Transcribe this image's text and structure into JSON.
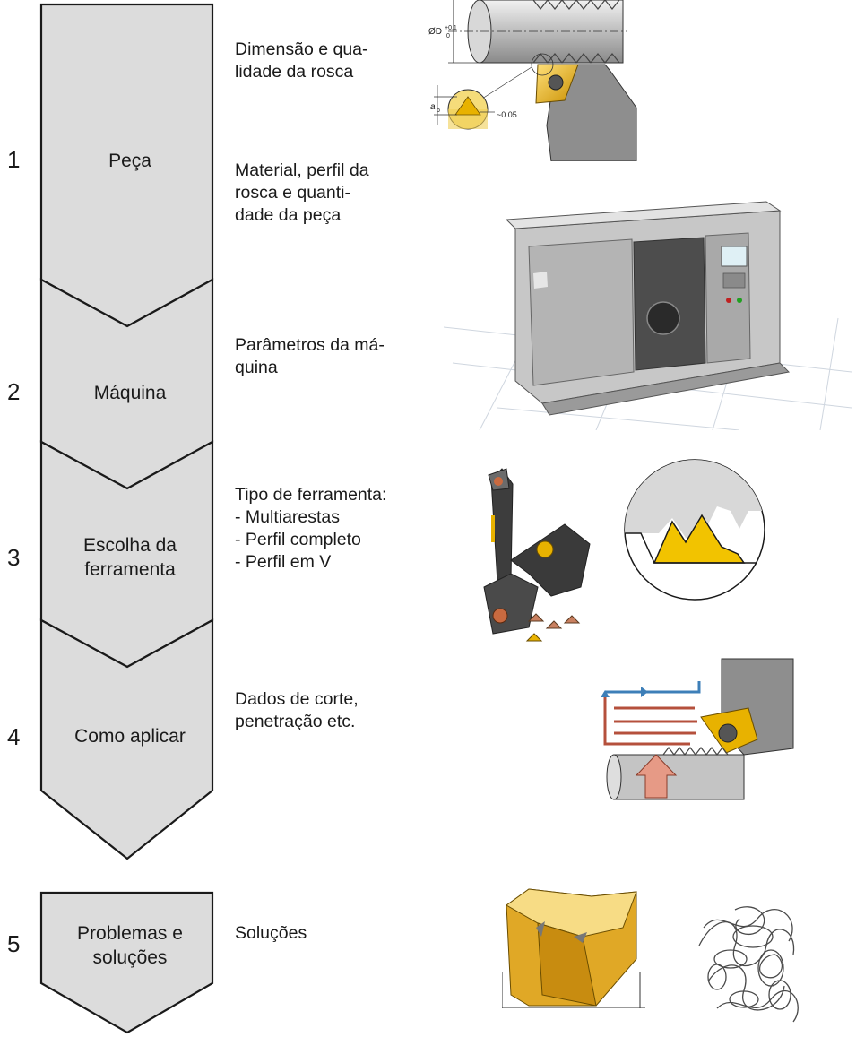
{
  "stages": [
    {
      "number": "1",
      "label_lines": [
        "Peça"
      ]
    },
    {
      "number": "2",
      "label_lines": [
        "Máquina"
      ]
    },
    {
      "number": "3",
      "label_lines": [
        "Escolha da",
        "ferramenta"
      ]
    },
    {
      "number": "4",
      "label_lines": [
        "Como aplicar"
      ]
    },
    {
      "number": "5",
      "label_lines": [
        "Problemas e",
        "soluções"
      ]
    }
  ],
  "descriptions": {
    "workpiece_dimension": [
      "Dimensão e qua-",
      "lidade da rosca"
    ],
    "workpiece_material": [
      "Material, perfil da",
      "rosca e quanti-",
      "dade da peça"
    ],
    "machine": [
      "Parâmetros da má-",
      "quina"
    ],
    "tool": [
      "Tipo de ferramenta:",
      "- Multiarestas",
      "- Perfil completo",
      "- Perfil em V"
    ],
    "application": [
      "Dados de corte,",
      "penetração etc."
    ],
    "troubleshooting": [
      "Soluções"
    ]
  },
  "drawing_labels": {
    "diameter": "ØD",
    "tol_upper": "+0.1",
    "tol_lower": "0",
    "depth": "a",
    "depth_sub": "p",
    "clearance": "~0.05"
  },
  "colors": {
    "arrow_fill": "#dcdcdc",
    "arrow_stroke": "#1a1a1a",
    "insert_gold": "#e8b200",
    "holder_grey": "#8e8e8e",
    "coolant_red": "#b5503c",
    "coolant_blue": "#3d7fb8"
  }
}
